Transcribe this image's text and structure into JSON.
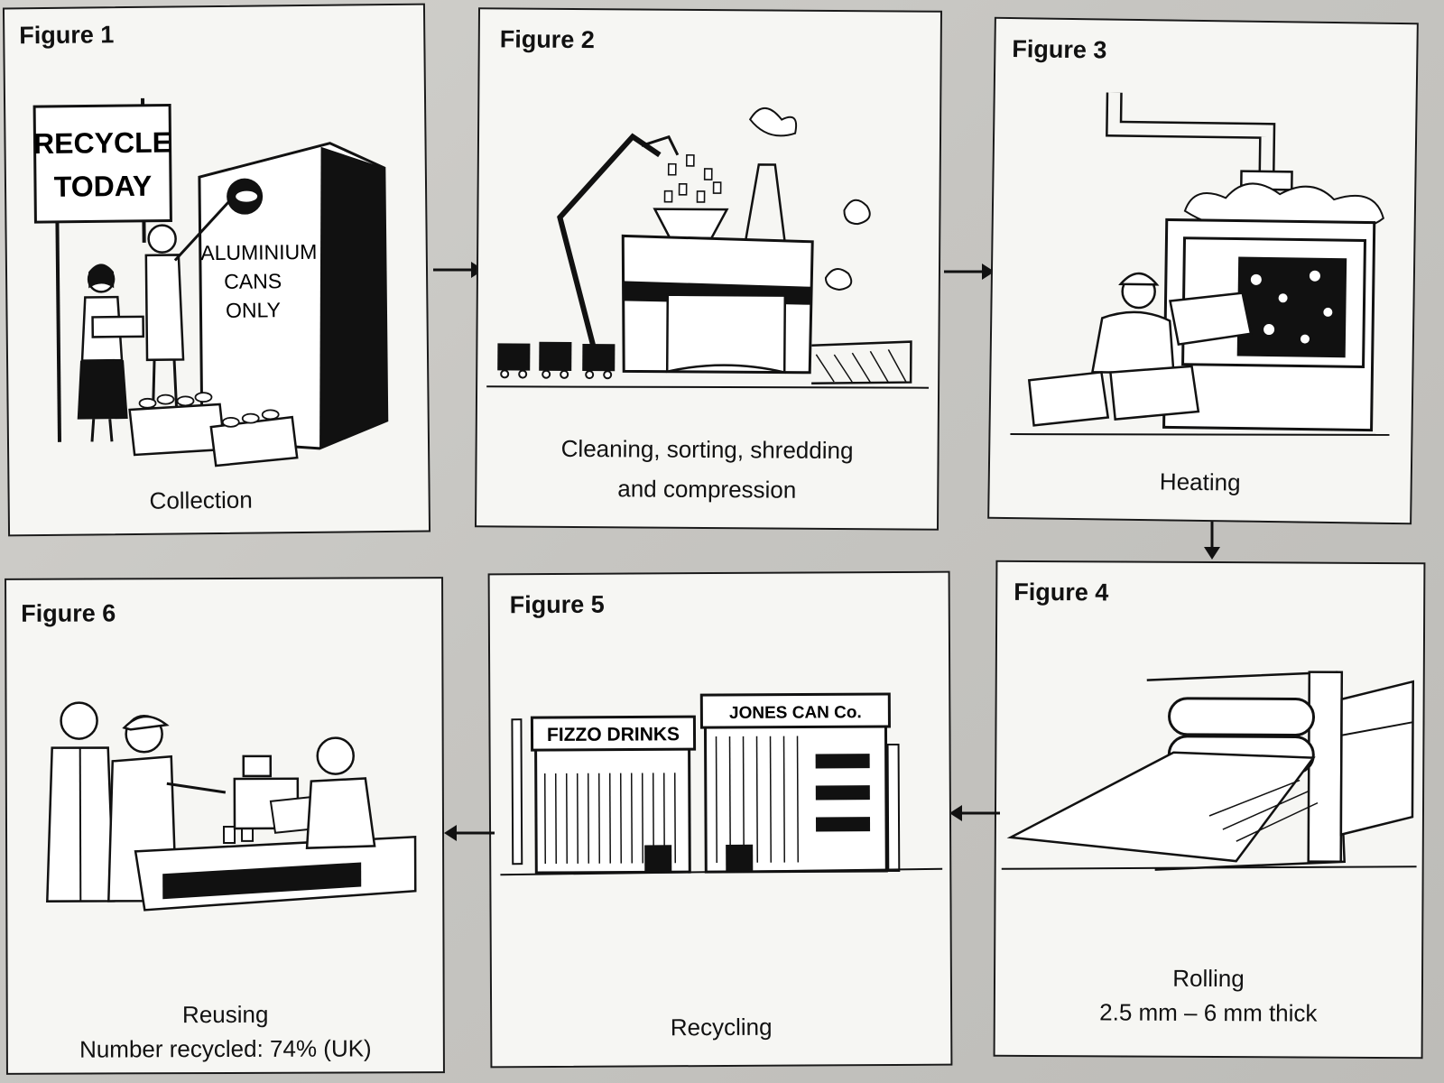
{
  "panels": {
    "fig1": {
      "title": "Figure 1",
      "caption": "Collection",
      "sign_text": [
        "RECYCLE",
        "TODAY"
      ],
      "bin_text": [
        "ALUMINIUM",
        "CANS",
        "ONLY"
      ]
    },
    "fig2": {
      "title": "Figure 2",
      "caption_lines": [
        "Cleaning, sorting, shredding",
        "and compression"
      ]
    },
    "fig3": {
      "title": "Figure 3",
      "caption": "Heating"
    },
    "fig4": {
      "title": "Figure 4",
      "caption_lines": [
        "Rolling",
        "2.5 mm – 6 mm thick"
      ]
    },
    "fig5": {
      "title": "Figure 5",
      "caption": "Recycling",
      "sign_left": "FIZZO DRINKS",
      "sign_right": "JONES CAN Co."
    },
    "fig6": {
      "title": "Figure 6",
      "caption_lines": [
        "Reusing",
        "Number recycled: 74% (UK)"
      ]
    }
  },
  "flow_arrows": [
    "arrow-right",
    "arrow-right",
    "arrow-down",
    "arrow-left",
    "arrow-left"
  ]
}
